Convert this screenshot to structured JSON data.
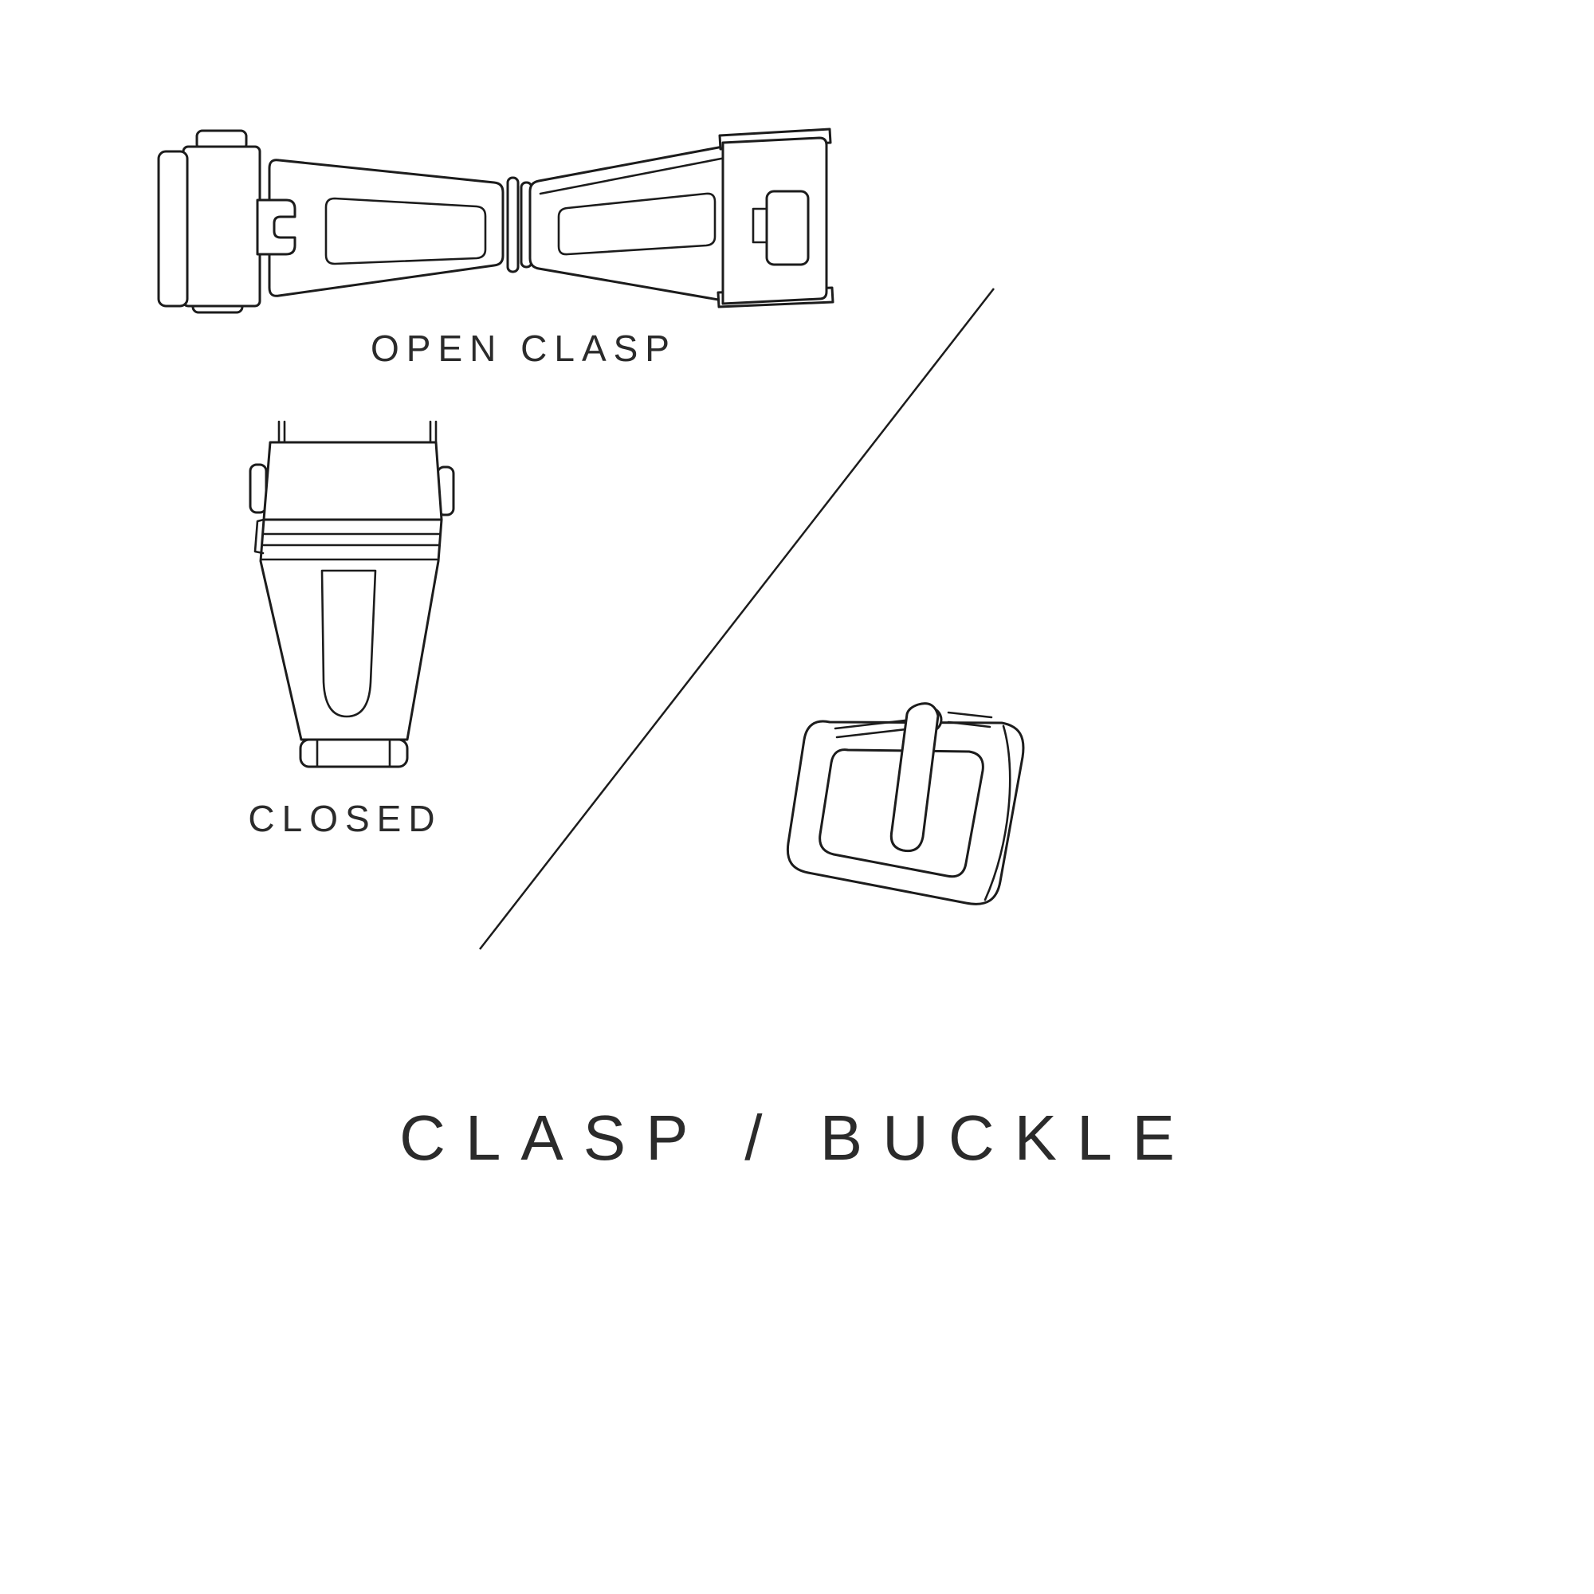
{
  "canvas": {
    "background": "#ffffff",
    "line_color": "#1c1c1c",
    "text_color": "#2b2b2b"
  },
  "labels": {
    "open_clasp": "OPEN CLASP",
    "closed": "CLOSED",
    "title": "CLASP / BUCKLE"
  },
  "illustrations": [
    {
      "name": "open-clasp",
      "caption": "OPEN CLASP"
    },
    {
      "name": "closed-clasp",
      "caption": "CLOSED"
    },
    {
      "name": "tang-buckle",
      "caption": ""
    }
  ]
}
